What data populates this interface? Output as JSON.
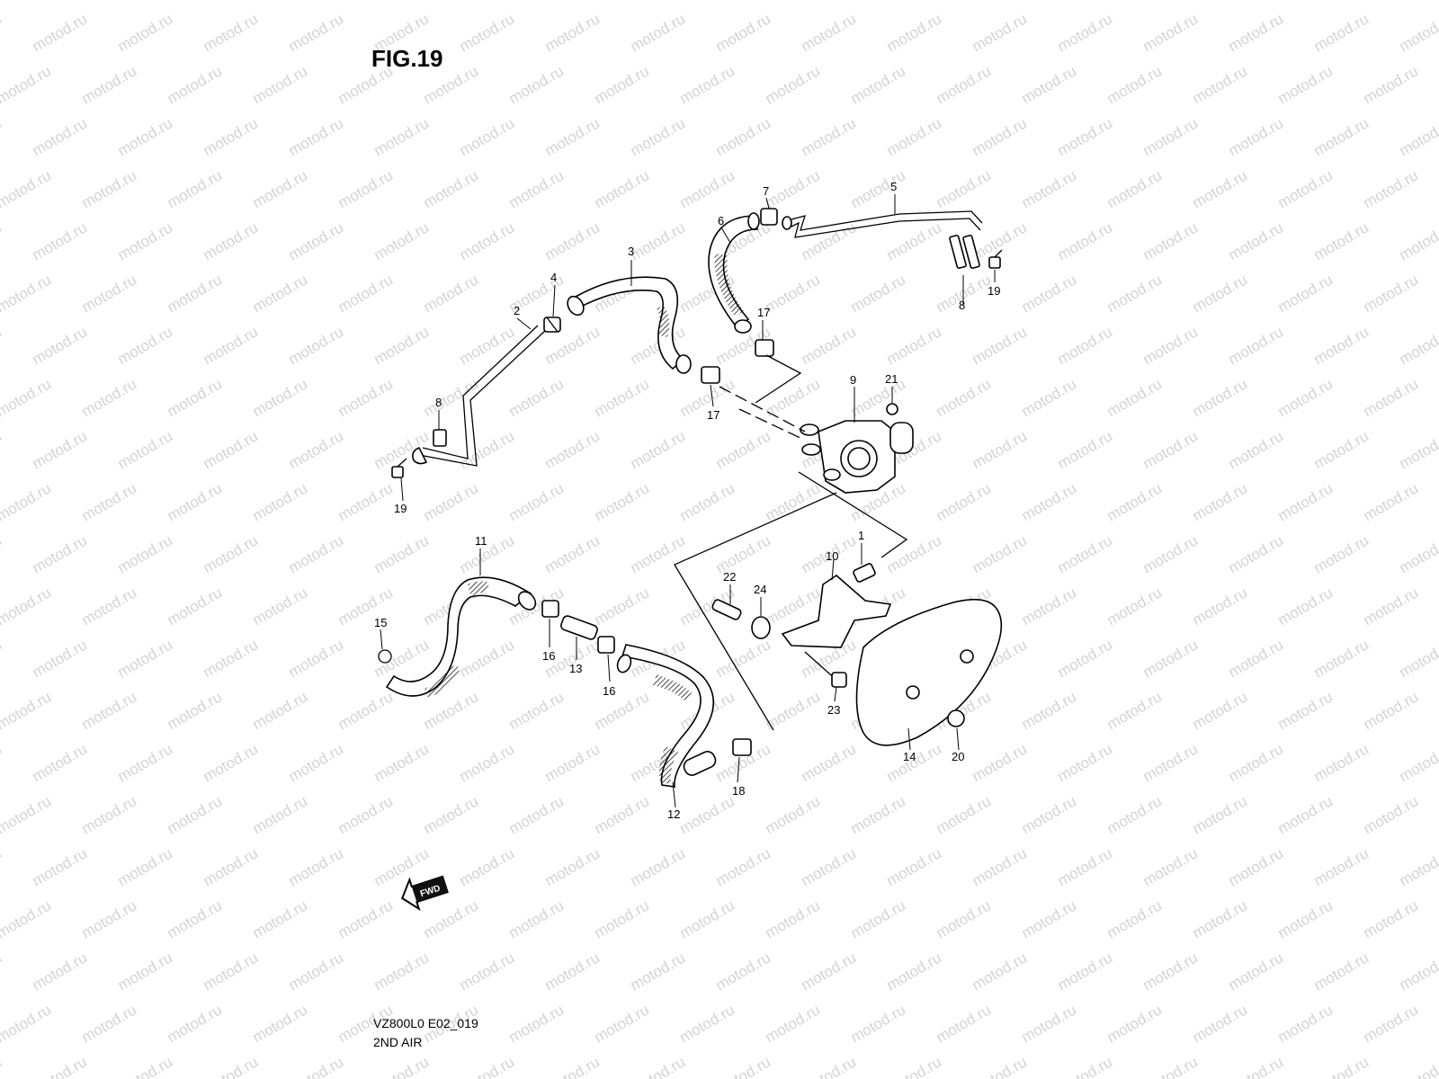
{
  "figure": {
    "title": "FIG.19",
    "model_code": "VZ800L0 E02_019",
    "section_name": "2ND AIR",
    "watermark": "motod.ru",
    "fwd_arrow_label": "FWD"
  },
  "callouts": [
    {
      "id": "c1",
      "label": "1"
    },
    {
      "id": "c2",
      "label": "2"
    },
    {
      "id": "c3",
      "label": "3"
    },
    {
      "id": "c4",
      "label": "4"
    },
    {
      "id": "c5",
      "label": "5"
    },
    {
      "id": "c6",
      "label": "6"
    },
    {
      "id": "c7",
      "label": "7"
    },
    {
      "id": "c8a",
      "label": "8"
    },
    {
      "id": "c8b",
      "label": "8"
    },
    {
      "id": "c9",
      "label": "9"
    },
    {
      "id": "c10",
      "label": "10"
    },
    {
      "id": "c11",
      "label": "11"
    },
    {
      "id": "c12",
      "label": "12"
    },
    {
      "id": "c13",
      "label": "13"
    },
    {
      "id": "c14",
      "label": "14"
    },
    {
      "id": "c15",
      "label": "15"
    },
    {
      "id": "c16a",
      "label": "16"
    },
    {
      "id": "c16b",
      "label": "16"
    },
    {
      "id": "c17a",
      "label": "17"
    },
    {
      "id": "c17b",
      "label": "17"
    },
    {
      "id": "c18",
      "label": "18"
    },
    {
      "id": "c19a",
      "label": "19"
    },
    {
      "id": "c19b",
      "label": "19"
    },
    {
      "id": "c20",
      "label": "20"
    },
    {
      "id": "c21",
      "label": "21"
    },
    {
      "id": "c22",
      "label": "22"
    },
    {
      "id": "c23",
      "label": "23"
    },
    {
      "id": "c24",
      "label": "24"
    }
  ]
}
